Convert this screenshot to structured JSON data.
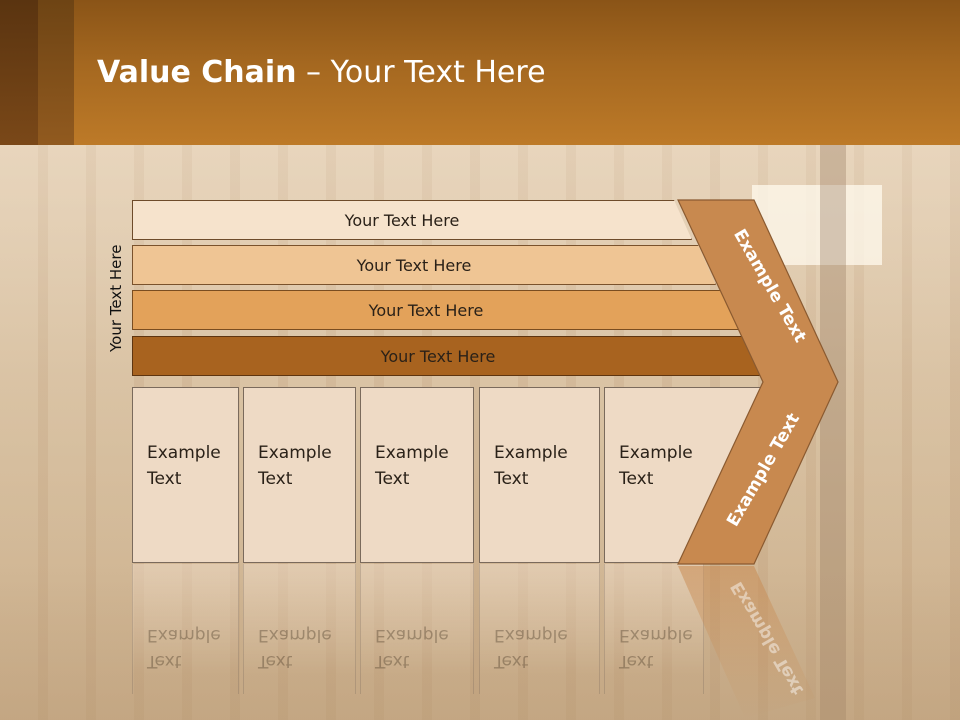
{
  "title": {
    "bold": "Value Chain",
    "rest": " – Your Text Here"
  },
  "side_label": "Your Text Here",
  "bars": [
    {
      "label": "Your Text Here",
      "color": "#f6e3cc"
    },
    {
      "label": "Your Text Here",
      "color": "#efc594"
    },
    {
      "label": "Your Text Here",
      "color": "#e3a25a"
    },
    {
      "label": "Your Text Here",
      "color": "#a8631f"
    }
  ],
  "boxes": [
    {
      "line1": "Example",
      "line2": "Text"
    },
    {
      "line1": "Example",
      "line2": "Text"
    },
    {
      "line1": "Example",
      "line2": "Text"
    },
    {
      "line1": "Example",
      "line2": "Text"
    },
    {
      "line1": "Example",
      "line2": "Text"
    }
  ],
  "chevron": {
    "top_label": "Example Text",
    "bottom_label": "Example Text",
    "color": "#c8894f"
  },
  "colors": {
    "header": "#a56820",
    "box_fill": "#eedac5"
  }
}
